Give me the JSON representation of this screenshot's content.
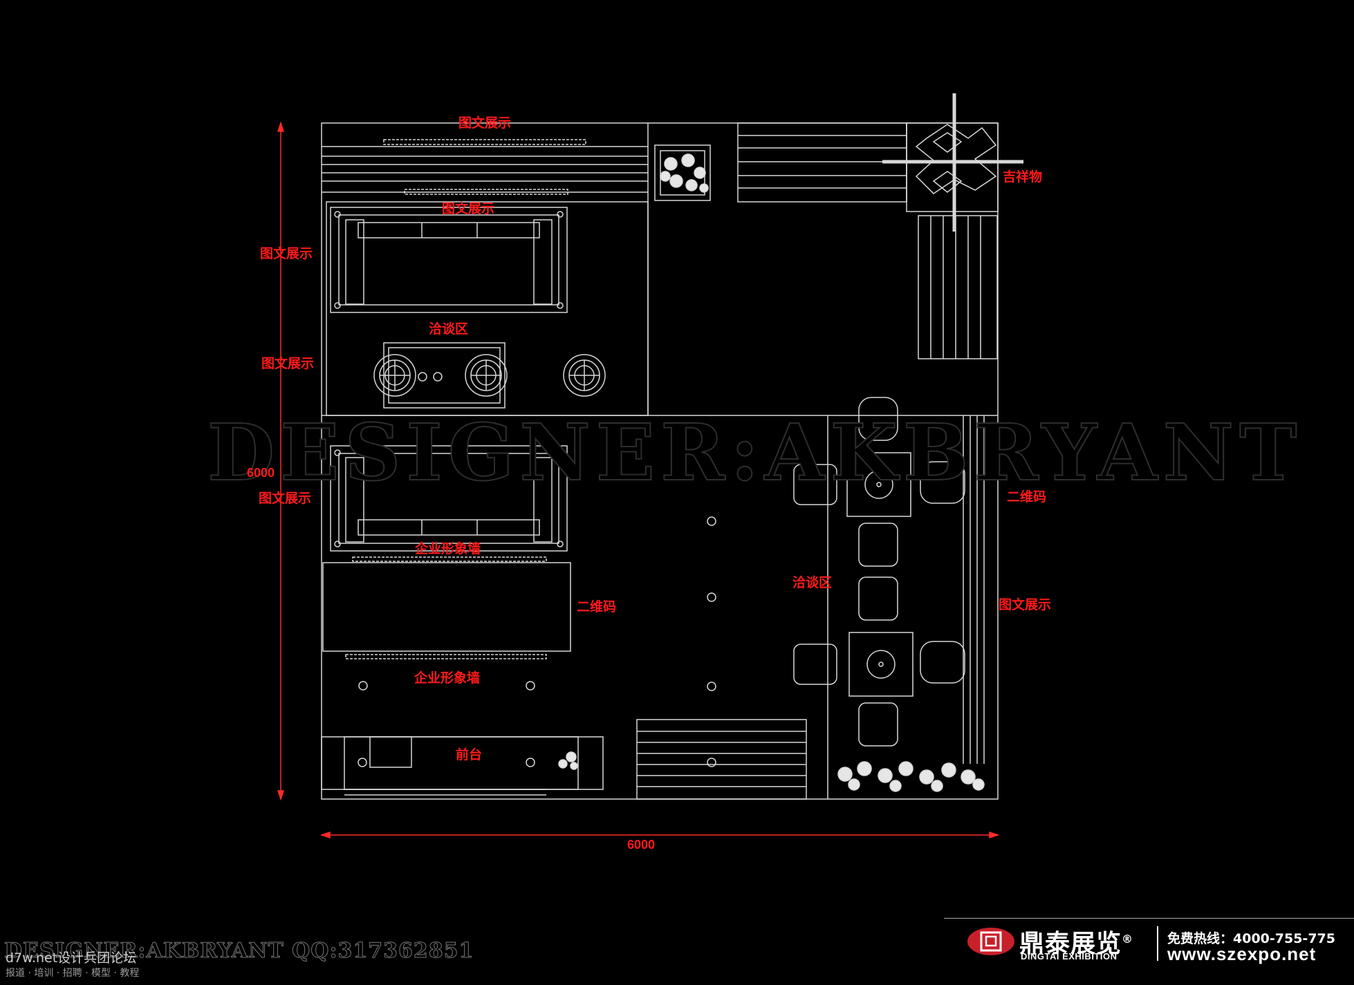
{
  "watermark": "DESIGNER:AKBRYANT",
  "dimensions": {
    "width": "6000",
    "height": "6000"
  },
  "labels": {
    "top_display": "图文展示",
    "top_display_inner": "图文展示",
    "left_display_1": "图文展示",
    "left_display_2": "图文展示",
    "left_display_3": "图文展示",
    "meeting_area_top": "洽谈区",
    "meeting_area_right": "洽谈区",
    "mascot": "吉祥物",
    "qr_code_right": "二维码",
    "qr_code_center": "二维码",
    "display_right": "图文展示",
    "corporate_wall_1": "企业形象墙",
    "corporate_wall_2": "企业形象墙",
    "reception": "前台"
  },
  "footer": {
    "designer_credit": "DESIGNER:AKBRYANT    QQ:317362851",
    "site": "d7w.net设计兵团论坛",
    "site_sub": "报道 · 培训 · 招聘 · 模型 · 教程"
  },
  "brand": {
    "name": "鼎泰展览",
    "name_en": "DINGTAI EXHIBITION",
    "registered": "®",
    "hotline": "免费热线：4000-755-775",
    "url": "www.szexpo.net",
    "color": "#c8202a"
  }
}
